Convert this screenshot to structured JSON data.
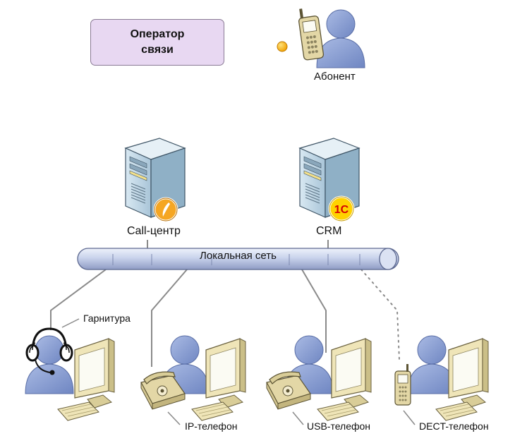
{
  "operator": {
    "line1": "Оператор",
    "line2": "связи"
  },
  "subscriber": {
    "label": "Абонент"
  },
  "servers": [
    {
      "label": "Call-центр",
      "badge": "call-center-badge"
    },
    {
      "label": "CRM",
      "badge": "1c-badge",
      "badge_text": "1С"
    }
  ],
  "network": {
    "label": "Локальная сеть"
  },
  "workstations": [
    {
      "device": "headset",
      "label": "Гарнитура"
    },
    {
      "device": "desk-phone",
      "label": "IP-телефон"
    },
    {
      "device": "desk-phone",
      "label": "USB-телефон"
    },
    {
      "device": "mobile-phone",
      "label": "DECT-телефон"
    }
  ],
  "colors": {
    "operator_box": "#e8d8f2",
    "person": "#8ea4d6",
    "server": "#bdd5e6",
    "network": "#c9d3ec",
    "monitor": "#efe5b8",
    "phone": "#e3d7a6",
    "badge_orange": "#f5a623"
  }
}
